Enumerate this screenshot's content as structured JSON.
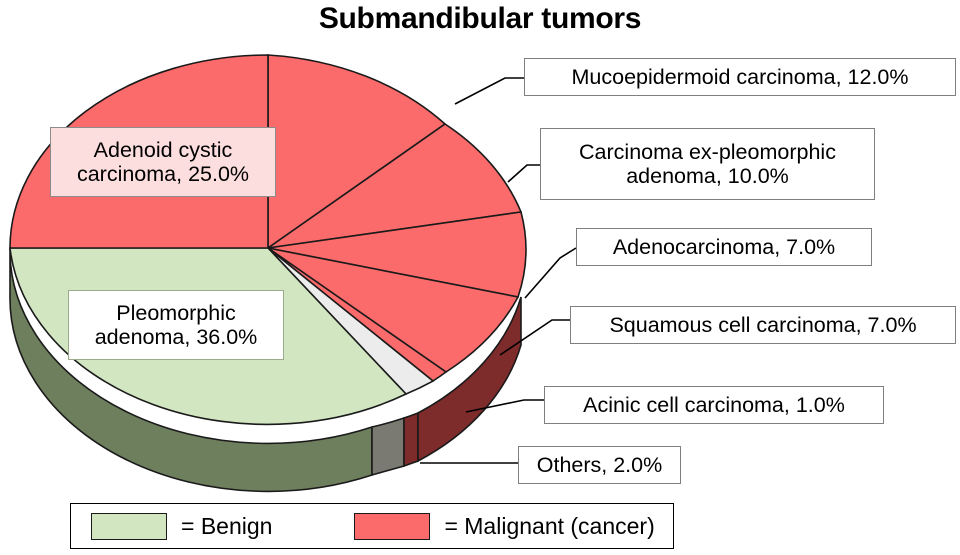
{
  "chart_data": {
    "type": "pie",
    "title": "Submandibular tumors",
    "three_d": true,
    "total_percent": 100,
    "unit": "%",
    "categories": [
      "Pleomorphic adenoma",
      "Adenoid cystic carcinoma",
      "Mucoepidermoid carcinoma",
      "Carcinoma ex-pleomorphic adenoma",
      "Adenocarcinoma",
      "Squamous cell carcinoma",
      "Others",
      "Acinic cell carcinoma"
    ],
    "values": [
      36.0,
      25.0,
      12.0,
      10.0,
      7.0,
      7.0,
      2.0,
      1.0
    ],
    "slices": [
      {
        "label": "Mucoepidermoid carcinoma",
        "value": 12.0,
        "display": "Mucoepidermoid carcinoma, 12.0%",
        "group": "Malignant",
        "color": "#fb6b6b",
        "side_color": "#7e2b2b"
      },
      {
        "label": "Carcinoma ex-pleomorphic adenoma",
        "value": 10.0,
        "display": "Carcinoma ex-pleomorphic\nadenoma, 10.0%",
        "group": "Malignant",
        "color": "#fb6b6b",
        "side_color": "#7e2b2b"
      },
      {
        "label": "Adenocarcinoma",
        "value": 7.0,
        "display": "Adenocarcinoma, 7.0%",
        "group": "Malignant",
        "color": "#fb6b6b",
        "side_color": "#7e2b2b"
      },
      {
        "label": "Squamous cell carcinoma",
        "value": 7.0,
        "display": "Squamous cell carcinoma, 7.0%",
        "group": "Malignant",
        "color": "#fb6b6b",
        "side_color": "#7e2b2b"
      },
      {
        "label": "Acinic cell carcinoma",
        "value": 1.0,
        "display": "Acinic cell carcinoma, 1.0%",
        "group": "Malignant",
        "color": "#fb6b6b",
        "side_color": "#7e2b2b"
      },
      {
        "label": "Others",
        "value": 2.0,
        "display": "Others, 2.0%",
        "group": "Other",
        "color": "#ececec",
        "side_color": "#7a7a72"
      },
      {
        "label": "Pleomorphic adenoma",
        "value": 36.0,
        "display": "Pleomorphic\nadenoma, 36.0%",
        "group": "Benign",
        "color": "#d2e7c1",
        "side_color": "#6e7f5e"
      },
      {
        "label": "Adenoid cystic carcinoma",
        "value": 25.0,
        "display": "Adenoid cystic\ncarcinoma, 25.0%",
        "group": "Malignant",
        "color": "#fb6b6b",
        "side_color": "#7e2b2b"
      }
    ],
    "legend": {
      "position": "bottom",
      "entries": [
        {
          "swatch_color": "#d2e7c1",
          "text": "= Benign"
        },
        {
          "swatch_color": "#fb6b6b",
          "text": "= Malignant (cancer)"
        }
      ]
    },
    "colors": {
      "malignant": "#fb6b6b",
      "benign": "#d2e7c1",
      "others": "#ececec",
      "malignant_side": "#7e2b2b",
      "benign_side": "#6e7f5e",
      "others_side": "#7a7a72",
      "outline": "#1a1a1a",
      "label_border": "#7f7f7f",
      "adenoid_label_fill": "#fbdedd"
    }
  },
  "labels": {
    "mucoepidermoid": "Mucoepidermoid carcinoma, 12.0%",
    "carcinoma_ex": "Carcinoma ex-pleomorphic\nadenoma, 10.0%",
    "adenocarcinoma": "Adenocarcinoma, 7.0%",
    "squamous": "Squamous cell carcinoma, 7.0%",
    "acinic": "Acinic cell carcinoma, 1.0%",
    "others": "Others, 2.0%",
    "adenoid_cystic": "Adenoid cystic\ncarcinoma, 25.0%",
    "pleomorphic": "Pleomorphic\nadenoma, 36.0%"
  },
  "legend": {
    "benign_text": "= Benign",
    "malignant_text": "= Malignant (cancer)"
  }
}
